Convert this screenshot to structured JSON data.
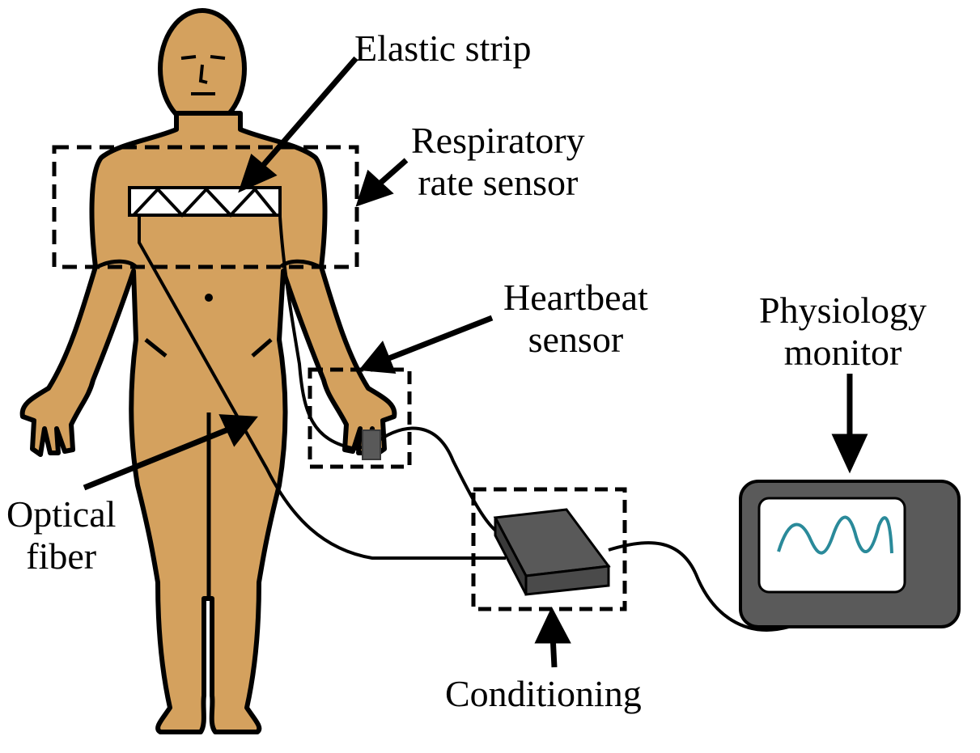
{
  "labels": {
    "elastic_strip": "Elastic strip",
    "respiratory_line1": "Respiratory",
    "respiratory_line2": "rate sensor",
    "heartbeat_line1": "Heartbeat",
    "heartbeat_line2": "sensor",
    "physiology_line1": "Physiology",
    "physiology_line2": "monitor",
    "optical_line1": "Optical",
    "optical_line2": "fiber",
    "conditioning": "Conditioning"
  },
  "colors": {
    "skin": "#D4A15E",
    "outline": "#000000",
    "device": "#595959",
    "device_dark": "#3a3a3a",
    "monitor_body": "#5a5a5a",
    "screen": "#ffffff",
    "waveform": "#2a8a9a"
  }
}
